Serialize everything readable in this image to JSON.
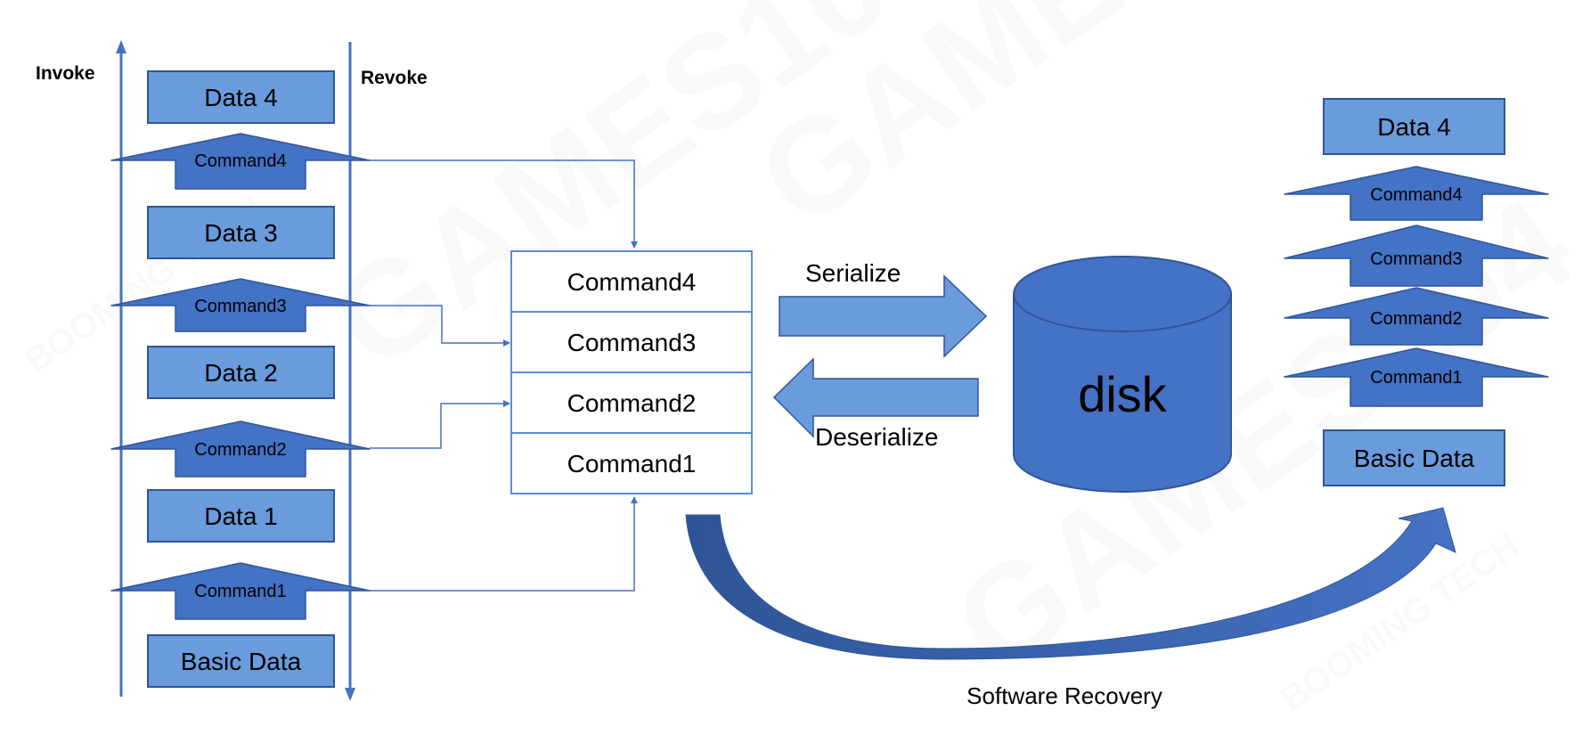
{
  "colors": {
    "data_fill": "#6A9BDC",
    "data_stroke": "#2F5597",
    "command_fill": "#4472C4",
    "command_stroke": "#2F5597",
    "line": "#4472C4",
    "stack_border": "#5B8DD9",
    "text": "#000000"
  },
  "watermarks": [
    "GAMES104",
    "GAMES104",
    "GAMES104",
    "BOOMING TECH",
    "BOOMING TECH"
  ],
  "left_panel": {
    "invoke_label": "Invoke",
    "revoke_label": "Revoke",
    "items": [
      {
        "type": "data",
        "label": "Data 4"
      },
      {
        "type": "command",
        "label": "Command4"
      },
      {
        "type": "data",
        "label": "Data 3"
      },
      {
        "type": "command",
        "label": "Command3"
      },
      {
        "type": "data",
        "label": "Data 2"
      },
      {
        "type": "command",
        "label": "Command2"
      },
      {
        "type": "data",
        "label": "Data 1"
      },
      {
        "type": "command",
        "label": "Command1"
      },
      {
        "type": "data",
        "label": "Basic Data"
      }
    ]
  },
  "command_stack": {
    "rows": [
      "Command4",
      "Command3",
      "Command2",
      "Command1"
    ]
  },
  "serialize_label": "Serialize",
  "deserialize_label": "Deserialize",
  "disk_label": "disk",
  "right_panel": {
    "items": [
      {
        "type": "data",
        "label": "Data 4"
      },
      {
        "type": "command",
        "label": "Command4"
      },
      {
        "type": "command",
        "label": "Command3"
      },
      {
        "type": "command",
        "label": "Command2"
      },
      {
        "type": "command",
        "label": "Command1"
      },
      {
        "type": "data",
        "label": "Basic Data"
      }
    ]
  },
  "recovery_label": "Software Recovery"
}
